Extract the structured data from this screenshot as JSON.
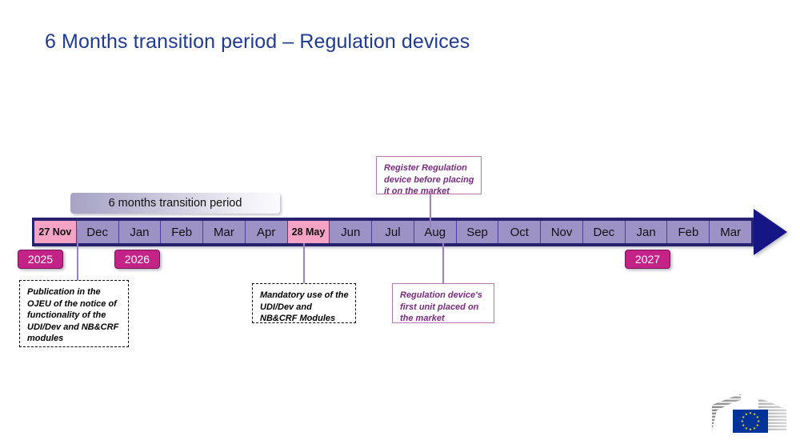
{
  "slide": {
    "title": "6 Months transition period – Regulation devices",
    "background": "#ffffff"
  },
  "colors": {
    "title_blue": "#1f3b93",
    "bar_frame_navy": "#262270",
    "month_purple": "#9c92c6",
    "highlight_pink": "#f4a3c4",
    "year_badge_magenta": "#c32287",
    "arrow_navy": "#151585",
    "callout_purple": "#7a2a80",
    "connector_purple": "#9b7fc7"
  },
  "transition_banner": {
    "label": "6 months transition period"
  },
  "timeline": {
    "cells": [
      {
        "label": "27 Nov",
        "highlight": true
      },
      {
        "label": "Dec",
        "highlight": false
      },
      {
        "label": "Jan",
        "highlight": false
      },
      {
        "label": "Feb",
        "highlight": false
      },
      {
        "label": "Mar",
        "highlight": false
      },
      {
        "label": "Apr",
        "highlight": false
      },
      {
        "label": "28 May",
        "highlight": true
      },
      {
        "label": "Jun",
        "highlight": false
      },
      {
        "label": "Jul",
        "highlight": false
      },
      {
        "label": "Aug",
        "highlight": false
      },
      {
        "label": "Sep",
        "highlight": false
      },
      {
        "label": "Oct",
        "highlight": false
      },
      {
        "label": "Nov",
        "highlight": false
      },
      {
        "label": "Dec",
        "highlight": false
      },
      {
        "label": "Jan",
        "highlight": false
      },
      {
        "label": "Feb",
        "highlight": false
      },
      {
        "label": "Mar",
        "highlight": false
      }
    ]
  },
  "years": [
    {
      "label": "2025"
    },
    {
      "label": "2026"
    },
    {
      "label": "2027"
    }
  ],
  "callouts": {
    "publication": "Publication in the OJEU of the notice of functionality of the UDI/Dev and NB&CRF modules",
    "mandatory": "Mandatory use of the UDI/Dev and NB&CRF Modules",
    "register": "Register Regulation device before placing it on the market",
    "first_unit": "Regulation device's first unit placed on the market"
  },
  "logo": {
    "name": "european-commission-logo",
    "flag_stars": 12
  }
}
